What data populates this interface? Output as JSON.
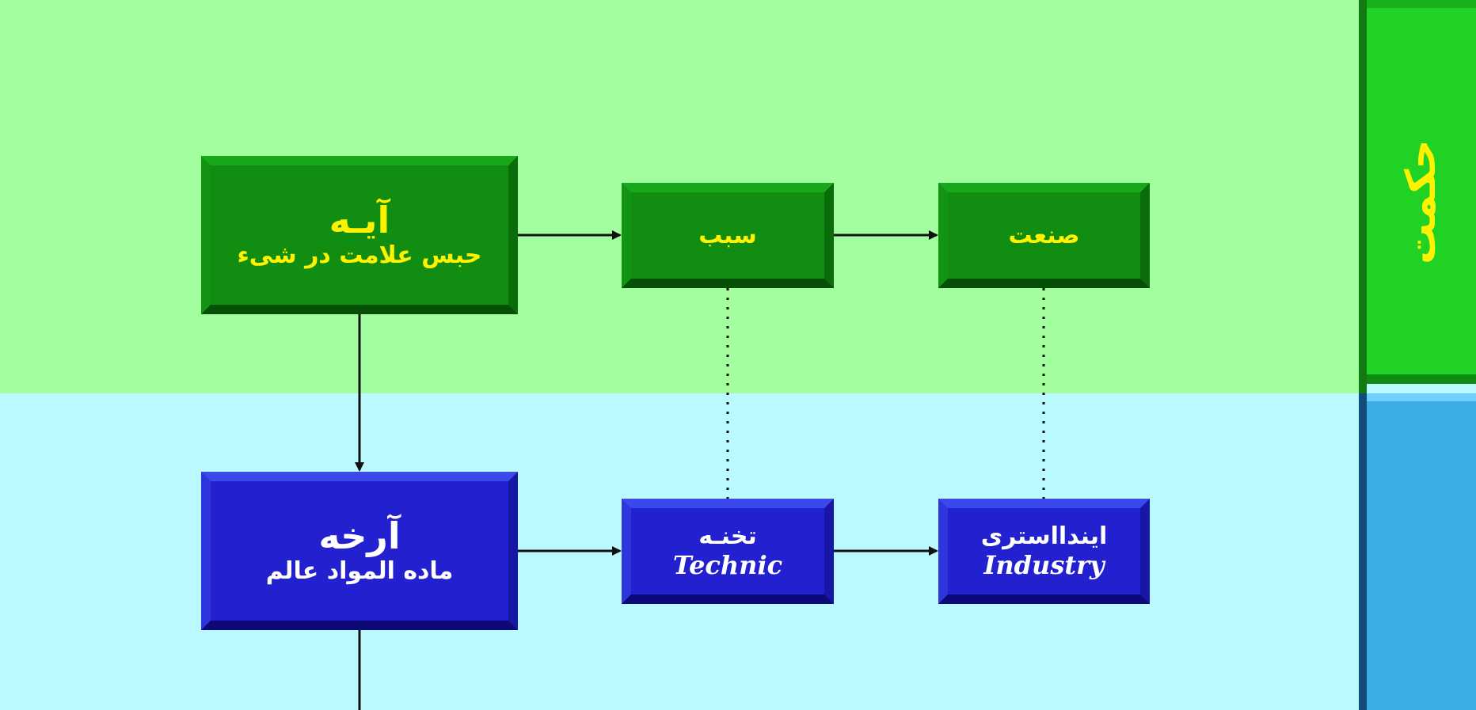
{
  "colors": {
    "band_top": "#a2fe9f",
    "band_bottom": "#b9f9ff",
    "green_box": "#118e11",
    "blue_box": "#2321cf",
    "side_tab_top": "#20d224",
    "side_tab_bottom": "#3aade3",
    "label_yellow": "#fff200",
    "label_white": "#ffffff"
  },
  "side": {
    "top_label": "حکمت"
  },
  "boxes": {
    "aye": {
      "title": "آیـه",
      "subtitle": "حبس علامت در شیء"
    },
    "sabab": {
      "label": "سبب"
    },
    "sanat": {
      "label": "صنعت"
    },
    "arkheh": {
      "title": "آرخه",
      "subtitle": "ماده المواد عالم"
    },
    "technic": {
      "label": "تخنـه",
      "latin": "Technic"
    },
    "industry": {
      "label": "ایندااستری",
      "latin": "Industry"
    }
  }
}
